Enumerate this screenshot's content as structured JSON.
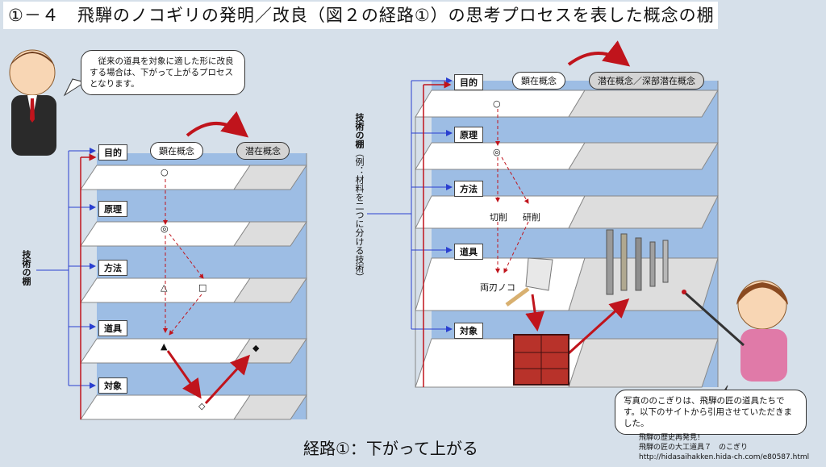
{
  "title": "①－４　飛騨のノコギリの発明／改良（図２の経路①）の思考プロセスを表した概念の棚",
  "left": {
    "bubble": "　従来の道具を対象に適した形に改良する場合は、下がって上がるプロセスとなります。",
    "shelf_label": "技術の棚",
    "levels": [
      "目的",
      "原理",
      "方法",
      "道具",
      "対象"
    ],
    "concepts": {
      "explicit": "顕在概念",
      "latent": "潜在概念"
    },
    "symbols": {
      "purpose": "○",
      "principle": "◎",
      "method_a": "△",
      "method_b": "□",
      "tool": "▲",
      "tool_latent": "◆",
      "object": "◇"
    }
  },
  "right": {
    "shelf_label": "技術の棚",
    "shelf_example": "（例：材料を二つに分ける技術）",
    "levels": [
      "目的",
      "原理",
      "方法",
      "道具",
      "対象"
    ],
    "concepts": {
      "explicit": "顕在概念",
      "latent": "潜在概念／深部潜在概念"
    },
    "symbols": {
      "purpose": "○",
      "principle": "◎"
    },
    "methods": [
      "切削",
      "研削"
    ],
    "tool_name": "両刃ノコ",
    "bubble": "写真ののこぎりは、飛騨の匠の道具たちです。以下のサイトから引用させていただきました。",
    "source": [
      "飛騨の歴史再発見！",
      "飛騨の匠の大工道具７　のこぎり",
      "http://hidasaihakken.hida-ch.com/e80587.html"
    ]
  },
  "route_caption": "経路①：下がって上がる",
  "colors": {
    "shelf_blue": "#9dbde4",
    "arrow_red": "#c0141c",
    "connector_blue": "#2a3fd0"
  }
}
